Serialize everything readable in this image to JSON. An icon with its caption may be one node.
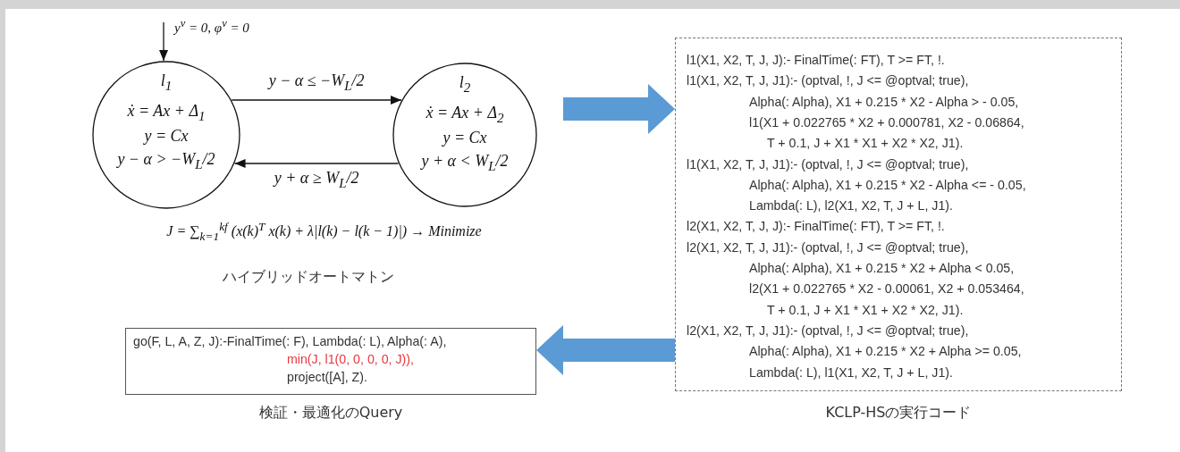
{
  "diagram": {
    "nodes": [
      {
        "text": [
          "J = ∑$_{k=1}$$^{kf}$ (x(k)$^{T}$ x(k) + λ|l(k) − l(k − 1)|) → Minimize"
        ],
        "beside": [
          "ハイブリッドオートマトン"
        ]
      },
      {
        "text": [
          "l$_{1}$",
          "ẋ = Ax + Δ$_{1}$",
          "y = Cx",
          "y − α > −W$_{L}$/2"
        ],
        "in": 0
      },
      {
        "text": [
          "l$_{2}$",
          "ẋ = Ax + Δ$_{2}$",
          "y = Cx",
          "y + α < W$_{L}$/2"
        ],
        "in": 0
      },
      {
        "text": [
          "l1(X1, X2, T, J, J):- FinalTime(: FT), T >= FT, !.",
          "l1(X1, X2, T, J, J1):- (optval, !, J <= @optval; true),",
          "Alpha(: Alpha), X1 + 0.215 * X2 - Alpha > - 0.05,",
          "l1(X1 + 0.022765 * X2 + 0.000781, X2 - 0.06864,",
          "T + 0.1, J + X1 * X1 + X2 * X2, J1).",
          "l1(X1, X2, T, J, J1):- (optval, !, J <= @optval; true),",
          "Alpha(: Alpha), X1 + 0.215 * X2 - Alpha <= - 0.05,",
          "Lambda(: L), l2(X1, X2, T, J + L, J1).",
          "l2(X1, X2, T, J, J):- FinalTime(: FT), T >= FT, !.",
          "l2(X1, X2, T, J, J1):- (optval, !, J <= @optval; true),",
          "Alpha(: Alpha), X1 + 0.215 * X2 + Alpha < 0.05,",
          "l2(X1 + 0.022765 * X2 - 0.00061, X2 + 0.053464,",
          "T + 0.1, J + X1 * X1 + X2 * X2, J1).",
          "l2(X1, X2, T, J, J1):- (optval, !, J <= @optval; true),",
          "Alpha(: Alpha), X1 + 0.215 * X2 + Alpha >= 0.05,",
          "Lambda(: L), l1(X1, X2, T, J + L, J1)."
        ],
        "beside": [
          "KCLP-HSの実行コード"
        ]
      },
      {
        "text": [
          "go(F, L, A, Z, J):-FinalTime(: F), Lambda(: L), Alpha(: A),",
          "min(J, l1(0, 0, 0, 0, J)),",
          "project([A], Z)."
        ],
        "beside": [
          "検証・最適化のQuery"
        ]
      }
    ],
    "edges": [
      {
        "from": null,
        "to": 1,
        "arrow": "to",
        "label": "y$^{v}$ = 0, φ$^{v}$ = 0"
      },
      {
        "from": 1,
        "to": 2,
        "arrow": "to",
        "label": "y − α ≤ −W$_{L}$/2"
      },
      {
        "from": 2,
        "to": 1,
        "arrow": "to",
        "label": "y + α ≥ W$_{L}$/2"
      },
      {
        "from": 0,
        "to": 3,
        "arrow": "to",
        "style": "thick",
        "color": "#5b9bd5"
      },
      {
        "from": 3,
        "to": 4,
        "arrow": "to",
        "style": "thick",
        "color": "#5b9bd5"
      }
    ]
  }
}
